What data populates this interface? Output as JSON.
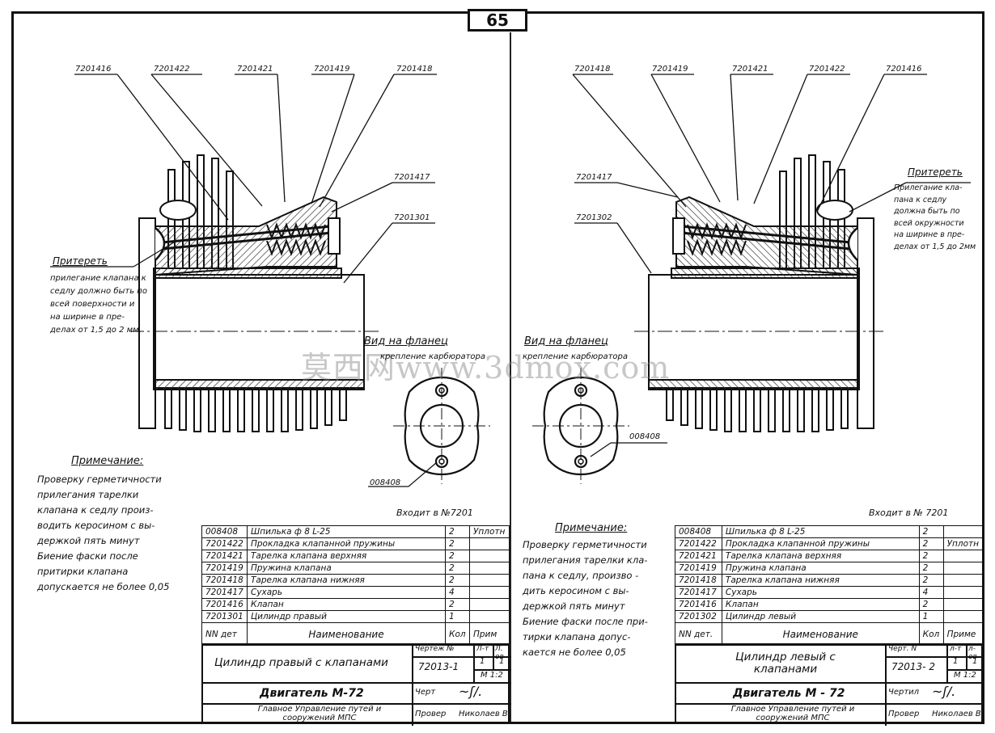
{
  "page_number": "65",
  "watermark": "莫西网www.3dmox.com",
  "left": {
    "part_labels": [
      "7201416",
      "7201422",
      "7201421",
      "7201419",
      "7201418",
      "7201417",
      "7201301"
    ],
    "lapping": {
      "title": "Притереть",
      "lines": [
        "прилегание клапана к",
        "седлу должно быть по",
        "всей поверхности и",
        "на ширине  в пре-",
        "делах от 1,5 до  2 мм."
      ]
    },
    "flange_view": "Вид на фланец",
    "flange_sub": "крепление карбюратора",
    "stud_label": "008408",
    "note_title": "Примечание:",
    "note_lines": [
      "Проверку герметичности",
      "прилегания тарелки",
      "клапана к седлу произ-",
      "водить керосином с вы-",
      "держкой пять минут",
      "Биение фаски после",
      "притирки клапана",
      "допускается не более 0,05"
    ],
    "enters": "Входит в №7201",
    "spec_rows": [
      [
        "008408",
        "Шпилька  ф 8   L-25",
        "2",
        "Уплотн"
      ],
      [
        "7201422",
        "Прокладка клапанной пружины",
        "2",
        ""
      ],
      [
        "7201421",
        "Тарелка клапана верхняя",
        "2",
        ""
      ],
      [
        "7201419",
        "Пружина клапана",
        "2",
        ""
      ],
      [
        "7201418",
        "Тарелка клапана нижняя",
        "2",
        ""
      ],
      [
        "7201417",
        "Сухарь",
        "4",
        ""
      ],
      [
        "7201416",
        "Клапан",
        "2",
        ""
      ],
      [
        "7201301",
        "Цилиндр  правый",
        "1",
        ""
      ]
    ],
    "spec_header": [
      "NN дет",
      "Наименование",
      "Кол",
      "Прим"
    ],
    "title_block": {
      "name": "Цилиндр правый с клапанами",
      "drawing_label": "Чертеж №",
      "drawing_no": "72013-1",
      "sheet_hdr": [
        "Л-т",
        "Л. ов"
      ],
      "sheet_vals": [
        "1",
        "1"
      ],
      "scale": "М 1:2",
      "engine": "Двигатель  М-72",
      "drew": "Черт",
      "org": "Главное  Управление путей и сооружений МПС",
      "checked": "Провер",
      "checker": "Николаев В"
    }
  },
  "right": {
    "part_labels": [
      "7201418",
      "7201419",
      "7201421",
      "7201422",
      "7201416",
      "7201417",
      "7201302"
    ],
    "lapping": {
      "title": "Притереть",
      "lines": [
        "Прилегание  кла-",
        "пана  к седлу",
        "должна  быть по",
        "всей окружности",
        "на ширине в пре-",
        "делах от 1,5 до 2мм"
      ]
    },
    "flange_view": "Вид на фланец",
    "flange_sub": "крепление карбюратора",
    "stud_label": "008408",
    "note_title": "Примечание:",
    "note_lines": [
      "Проверку герметичности",
      "прилегания тарелки кла-",
      "пана  к седлу, произво -",
      "дить керосином с вы-",
      "держкой пять минут",
      "Биение фаски после при-",
      "тирки клапана допус-",
      "кается  не более  0,05"
    ],
    "enters": "Входит  в  № 7201",
    "spec_rows": [
      [
        "008408",
        "Шпилька  ф 8   L-25",
        "2",
        ""
      ],
      [
        "7201422",
        "Прокладка  клапанной  пружины",
        "2",
        "Уплотн"
      ],
      [
        "7201421",
        "Тарелка  клапана  верхняя",
        "2",
        ""
      ],
      [
        "7201419",
        "Пружина  клапана",
        "2",
        ""
      ],
      [
        "7201418",
        "Тарелка  клапана  нижняя",
        "2",
        ""
      ],
      [
        "7201417",
        "Сухарь",
        "4",
        ""
      ],
      [
        "7201416",
        "Клапан",
        "2",
        ""
      ],
      [
        "7201302",
        "Цилиндр  левый",
        "1",
        ""
      ]
    ],
    "spec_header": [
      "NN дет.",
      "Наименование",
      "Кол",
      "Приме"
    ],
    "title_block": {
      "name": "Цилиндр  левый  с клапанами",
      "drawing_label": "Черт. N",
      "drawing_no": "72013- 2",
      "sheet_hdr": [
        "л-т",
        "л-ов"
      ],
      "sheet_vals": [
        "1",
        "1"
      ],
      "scale": "М 1:2",
      "engine": "Двигатель М - 72",
      "drew": "Чертил",
      "org": "Главное  Управление путей и сооружений МПС",
      "checked": "Провер",
      "checker": "Николаев В"
    }
  }
}
